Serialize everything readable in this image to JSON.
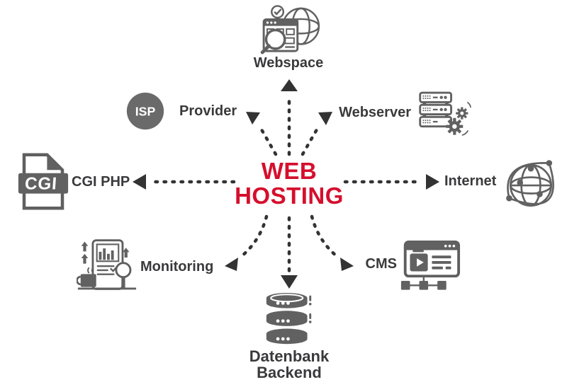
{
  "title": {
    "line1": "WEB",
    "line2": "HOSTING"
  },
  "nodes": {
    "webspace": {
      "label": "Webspace",
      "icon": "browser-search-globe-icon"
    },
    "provider": {
      "label": "Provider",
      "icon": "isp-circle-icon",
      "badge_text": "ISP"
    },
    "webserver": {
      "label": "Webserver",
      "icon": "server-stack-gears-icon"
    },
    "internet": {
      "label": "Internet",
      "icon": "network-globe-icon"
    },
    "cgi_php": {
      "label": "CGI PHP",
      "icon": "cgi-file-icon",
      "file_label": "CGI"
    },
    "monitoring": {
      "label": "Monitoring",
      "icon": "report-chart-magnifier-icon"
    },
    "cms": {
      "label": "CMS",
      "icon": "cms-window-sitemap-icon"
    },
    "datenbank": {
      "label_line1": "Datenbank",
      "label_line2": "Backend",
      "icon": "database-stack-icon"
    }
  },
  "arrows": {
    "style": "dashed",
    "directions": [
      "center-to-webspace-up",
      "provider-to-center",
      "webserver-to-center",
      "center-to-cgi-left",
      "center-to-internet-right",
      "center-to-monitoring",
      "center-to-cms",
      "center-to-datenbank-down"
    ]
  },
  "colors": {
    "accent_red": "#d50f2d",
    "label_gray": "#3a3a3c",
    "icon_gray": "#616161",
    "arrow_gray": "#333333"
  }
}
